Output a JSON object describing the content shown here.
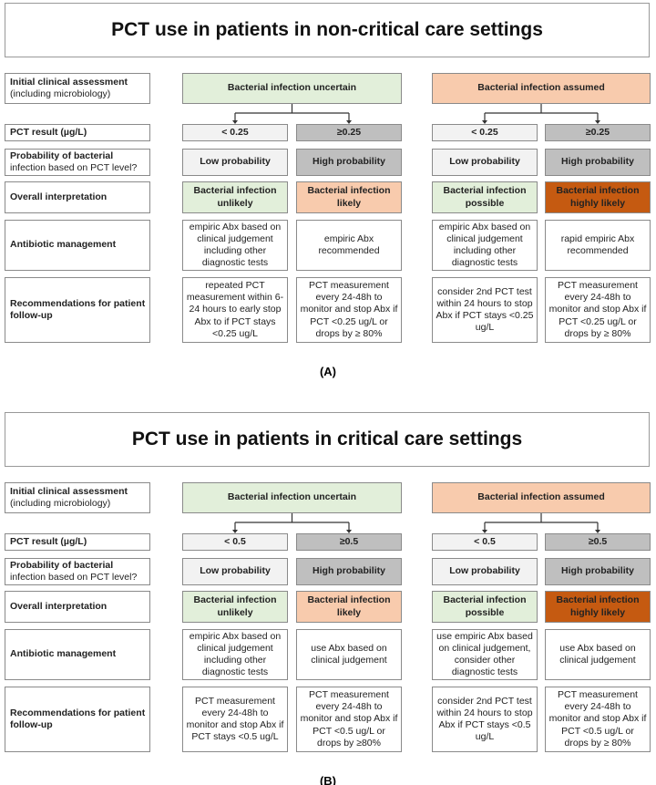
{
  "panels": [
    {
      "title": "PCT use in patients in non-critical care settings",
      "label": "(A)",
      "row_labels": [
        {
          "main": "Initial clinical assessment",
          "sub": "(including microbiology)"
        },
        {
          "main": "PCT result (µg/L)",
          "sub": ""
        },
        {
          "main": "Probability of bacterial",
          "sub": "infection based on PCT level?"
        },
        {
          "main": "Overall interpretation",
          "sub": ""
        },
        {
          "main": "Antibiotic management",
          "sub": ""
        },
        {
          "main": "Recommendations for patient follow-up",
          "sub": ""
        }
      ],
      "groups": [
        {
          "assessment": "Bacterial infection uncertain",
          "cols": [
            {
              "pct": "< 0.25",
              "prob": "Low probability",
              "interp": "Bacterial infection unlikely",
              "abx": "empiric Abx based on clinical judgement including other diagnostic tests",
              "rec": "repeated PCT measurement within 6-24 hours to early stop Abx to if PCT stays <0.25 ug/L"
            },
            {
              "pct": "≥0.25",
              "prob": "High probability",
              "interp": "Bacterial infection likely",
              "abx": "empiric Abx recommended",
              "rec": "PCT measurement every 24-48h to monitor and stop Abx if PCT <0.25 ug/L or drops by ≥ 80%"
            }
          ]
        },
        {
          "assessment": "Bacterial infection assumed",
          "cols": [
            {
              "pct": "< 0.25",
              "prob": "Low probability",
              "interp": "Bacterial infection possible",
              "abx": "empiric Abx based on clinical judgement including other diagnostic tests",
              "rec": "consider 2nd PCT test within 24 hours to stop Abx if PCT stays <0.25 ug/L"
            },
            {
              "pct": "≥0.25",
              "prob": "High probability",
              "interp": "Bacterial infection highly likely",
              "abx": "rapid empiric Abx recommended",
              "rec": "PCT measurement every 24-48h to monitor and stop Abx if PCT <0.25 ug/L or drops by ≥ 80%"
            }
          ]
        }
      ]
    },
    {
      "title": "PCT use in patients in critical care settings",
      "label": "(B)",
      "row_labels": [
        {
          "main": "Initial clinical assessment",
          "sub": "(including microbiology)"
        },
        {
          "main": "PCT result (µg/L)",
          "sub": ""
        },
        {
          "main": "Probability of bacterial",
          "sub": "infection based on PCT level?"
        },
        {
          "main": "Overall interpretation",
          "sub": ""
        },
        {
          "main": "Antibiotic management",
          "sub": ""
        },
        {
          "main": "Recommendations for patient follow-up",
          "sub": ""
        }
      ],
      "groups": [
        {
          "assessment": "Bacterial infection uncertain",
          "cols": [
            {
              "pct": "< 0.5",
              "prob": "Low probability",
              "interp": "Bacterial infection unlikely",
              "abx": "empiric Abx based on clinical judgement including other diagnostic tests",
              "rec": "PCT measurement every 24-48h to monitor and stop Abx if PCT stays <0.5 ug/L"
            },
            {
              "pct": "≥0.5",
              "prob": "High probability",
              "interp": "Bacterial infection likely",
              "abx": "use Abx based on clinical judgement",
              "rec": "PCT measurement every 24-48h to monitor and stop Abx if PCT <0.5 ug/L or drops by ≥80%"
            }
          ]
        },
        {
          "assessment": "Bacterial infection assumed",
          "cols": [
            {
              "pct": "< 0.5",
              "prob": "Low probability",
              "interp": "Bacterial infection possible",
              "abx": "use empiric Abx based on clinical judgement, consider other diagnostic tests",
              "rec": "consider 2nd PCT test within 24 hours to stop Abx if PCT stays <0.5 ug/L"
            },
            {
              "pct": "≥0.5",
              "prob": "High probability",
              "interp": "Bacterial infection highly likely",
              "abx": "use Abx based on clinical judgement",
              "rec": "PCT measurement every 24-48h to monitor and stop Abx if PCT <0.5 ug/L or drops by ≥ 80%"
            }
          ]
        }
      ]
    }
  ],
  "colors": {
    "green": "#e2efda",
    "peach": "#f8cbad",
    "light_gray": "#f2f2f2",
    "dark_gray": "#bfbfbf",
    "dark_orange": "#c55a11"
  }
}
